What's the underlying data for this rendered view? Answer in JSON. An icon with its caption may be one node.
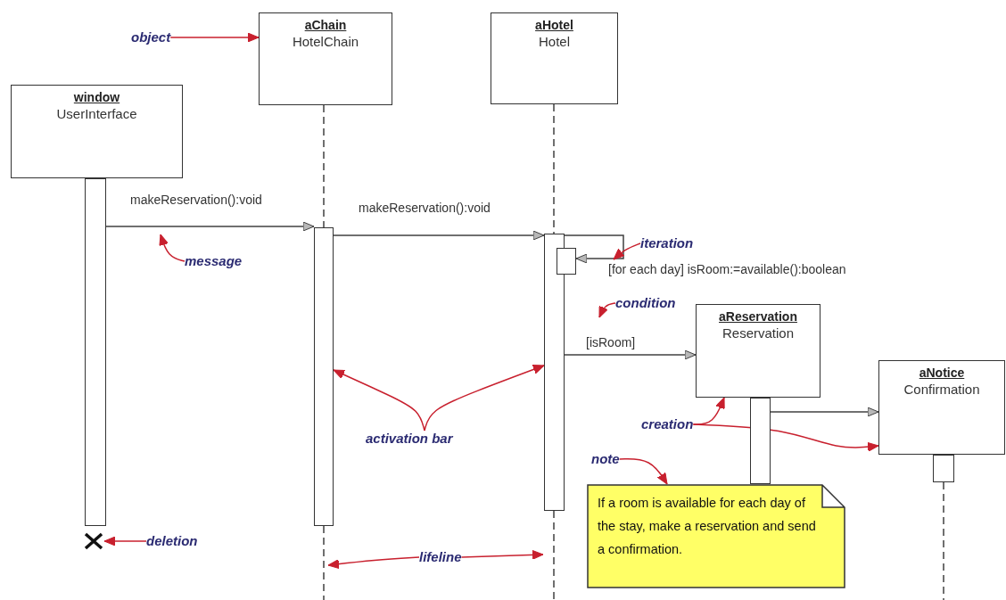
{
  "diagram": {
    "nodes": [
      {
        "text": [
          "window",
          "UserInterface"
        ]
      },
      {
        "text": [
          "aChain",
          "HotelChain"
        ]
      },
      {
        "text": [
          "aHotel",
          "Hotel"
        ]
      },
      {
        "text": [
          "aReservation",
          "Reservation"
        ]
      },
      {
        "text": [
          "aNotice",
          "Confirmation"
        ]
      },
      {
        "text": [],
        "shape": "bar"
      },
      {
        "text": [],
        "shape": "bar"
      },
      {
        "text": [],
        "shape": "bar"
      },
      {
        "text": [],
        "shape": "bar"
      },
      {
        "text": [],
        "shape": "bar"
      },
      {
        "text": [],
        "shape": "bar"
      },
      {
        "text": [
          "If a room is available for each day of the stay, make a reservation and send a confirmation."
        ]
      },
      {
        "text": [],
        "shape": "cross"
      },
      {
        "text": [
          "object"
        ]
      },
      {
        "text": [
          "message"
        ]
      },
      {
        "text": [
          "iteration"
        ]
      },
      {
        "text": [
          "condition"
        ]
      },
      {
        "text": [
          "activation bar"
        ]
      },
      {
        "text": [
          "creation"
        ]
      },
      {
        "text": [
          "note"
        ]
      },
      {
        "text": [
          "deletion"
        ]
      },
      {
        "text": [
          "lifeline"
        ]
      }
    ],
    "edges": [
      {
        "from": 5,
        "to": 6,
        "arrow": "to",
        "label": "makeReservation():void",
        "color": "#404040"
      },
      {
        "from": 6,
        "to": 7,
        "arrow": "to",
        "label": "makeReservation():void",
        "color": "#404040"
      },
      {
        "from": 7,
        "to": 8,
        "arrow": "to",
        "label": "[for each day] isRoom:=available():boolean",
        "color": "#404040"
      },
      {
        "from": 7,
        "to": 3,
        "arrow": "to",
        "label": "[isRoom]",
        "color": "#404040"
      },
      {
        "from": 9,
        "to": 4,
        "arrow": "to",
        "color": "#404040"
      },
      {
        "from": 1,
        "to": 6,
        "arrow": "none",
        "style": "dashed",
        "color": "#404040"
      },
      {
        "from": 6,
        "to": null,
        "arrow": "none",
        "style": "dashed",
        "color": "#404040"
      },
      {
        "from": 2,
        "to": 7,
        "arrow": "none",
        "style": "dashed",
        "color": "#404040"
      },
      {
        "from": 7,
        "to": null,
        "arrow": "none",
        "style": "dashed",
        "color": "#404040"
      },
      {
        "from": 10,
        "to": null,
        "arrow": "none",
        "style": "dashed",
        "color": "#404040"
      },
      {
        "from": 13,
        "to": 1,
        "arrow": "to"
      },
      {
        "from": 14,
        "to": null,
        "arrow": "to"
      },
      {
        "from": 15,
        "to": null,
        "arrow": "to"
      },
      {
        "from": 16,
        "to": null,
        "arrow": "to"
      },
      {
        "from": 17,
        "to": 6,
        "arrow": "to"
      },
      {
        "from": 17,
        "to": 7,
        "arrow": "to"
      },
      {
        "from": 18,
        "to": 3,
        "arrow": "to"
      },
      {
        "from": 18,
        "to": 4,
        "arrow": "to"
      },
      {
        "from": 19,
        "to": 11,
        "arrow": "to"
      },
      {
        "from": 20,
        "to": 12,
        "arrow": "to"
      },
      {
        "from": 21,
        "to": null,
        "arrow": "to"
      },
      {
        "from": 21,
        "to": null,
        "arrow": "to"
      }
    ]
  }
}
